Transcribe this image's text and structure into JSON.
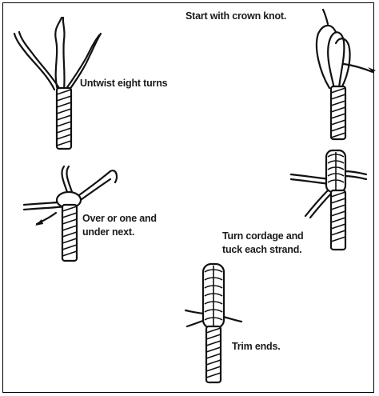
{
  "steps": [
    {
      "lines": [
        "Untwist eight turns"
      ]
    },
    {
      "lines": [
        "Start with crown knot."
      ]
    },
    {
      "lines": [
        "Over or one and",
        "under next."
      ]
    },
    {
      "lines": [
        "Turn cordage and",
        "tuck each strand."
      ]
    },
    {
      "lines": [
        "Trim ends."
      ]
    }
  ]
}
